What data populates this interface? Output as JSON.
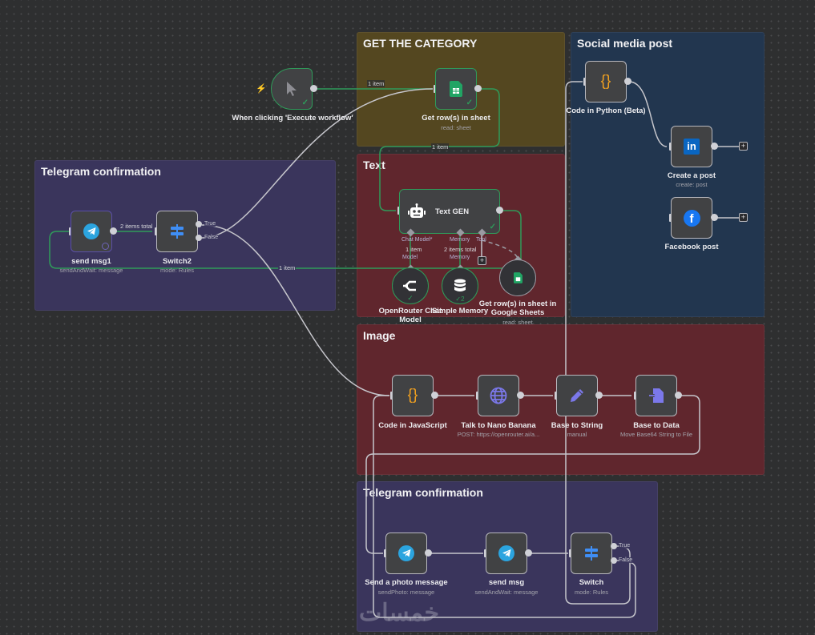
{
  "groups": {
    "get_category": "GET THE CATEGORY",
    "social": "Social media post",
    "telegram_top": "Telegram confirmation",
    "text": "Text",
    "image": "Image",
    "telegram_bottom": "Telegram confirmation"
  },
  "nodes": {
    "trigger": {
      "label": "When clicking 'Execute workflow'"
    },
    "get_rows": {
      "label": "Get row(s) in sheet",
      "sub": "read: sheet"
    },
    "code_python": {
      "label": "Code in Python (Beta)"
    },
    "create_post": {
      "label": "Create a post",
      "sub": "create: post"
    },
    "facebook_post": {
      "label": "Facebook post"
    },
    "send_msg1": {
      "label": "send msg1",
      "sub": "sendAndWait: message"
    },
    "switch2": {
      "label": "Switch2",
      "sub": "mode: Rules",
      "out_true": "True",
      "out_false": "False"
    },
    "text_gen": {
      "label": "Text GEN",
      "port_chat_model": "Chat Model*",
      "port_memory": "Memory",
      "port_tool": "Tool"
    },
    "openrouter": {
      "label": "OpenRouter Chat Model",
      "port": "Model"
    },
    "simple_memory": {
      "label": "Simple Memory",
      "port": "Memory",
      "badge": "2"
    },
    "sheets_tool": {
      "label": "Get row(s) in sheet in Google Sheets",
      "sub": "read: sheet"
    },
    "code_js": {
      "label": "Code in JavaScript"
    },
    "nano_banana": {
      "label": "Talk to Nano Banana",
      "sub": "POST: https://openrouter.ai/a..."
    },
    "base_to_string": {
      "label": "Base to String",
      "sub": "manual"
    },
    "base_to_data": {
      "label": "Base to Data",
      "sub": "Move Base64 String to File"
    },
    "send_photo": {
      "label": "Send a photo message",
      "sub": "sendPhoto: message"
    },
    "send_msg": {
      "label": "send msg",
      "sub": "sendAndWait: message"
    },
    "switch": {
      "label": "Switch",
      "sub": "mode: Rules",
      "out_true": "True",
      "out_false": "False"
    }
  },
  "edge_labels": {
    "trigger_to_sheet": "1 item",
    "sheet_to_textgen": "1 item",
    "sendmsg1_to_switch2": "2 items total",
    "textgen_to_sendmsg1": "1 item",
    "chat_model_items": "1 item",
    "memory_items": "2 items total"
  },
  "icons": {
    "plus": "+",
    "check": "✓",
    "code_braces": "{}"
  },
  "watermark": "خمسات"
}
